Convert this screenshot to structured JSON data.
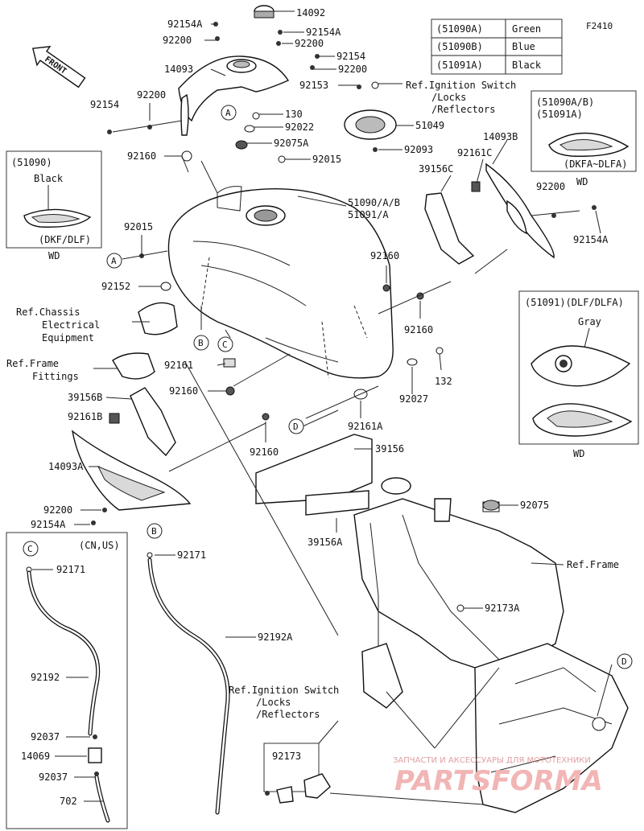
{
  "diagram_code": "F2410",
  "color_table": [
    {
      "code": "(51090A)",
      "color": "Green"
    },
    {
      "code": "(51090B)",
      "color": "Blue"
    },
    {
      "code": "(51091A)",
      "color": "Black"
    }
  ],
  "front_label": "FRONT",
  "insets": {
    "left": {
      "title": "(51090)",
      "color": "Black",
      "models": "(DKF/DLF)",
      "tag": "WD"
    },
    "top_right": {
      "title": "(51090A/B)",
      "title2": "(51091A)",
      "models": "(DKFA~DLFA)",
      "tag": "WD"
    },
    "right": {
      "title": "(51091)(DLF/DLFA)",
      "color": "Gray",
      "tag": "WD"
    }
  },
  "group_label": "(CN,US)",
  "refs": {
    "ignition_top": [
      "Ref.Ignition Switch",
      "/Locks",
      "/Reflectors"
    ],
    "ignition_bottom": [
      "Ref.Ignition Switch",
      "/Locks",
      "/Reflectors"
    ],
    "chassis": [
      "Ref.Chassis",
      "Electrical",
      "Equipment"
    ],
    "frame_fittings": [
      "Ref.Frame",
      "Fittings"
    ],
    "frame": "Ref.Frame"
  },
  "parts": {
    "p14092": "14092",
    "p92154A_1": "92154A",
    "p92200_1": "92200",
    "p14093": "14093",
    "p92154A_2": "92154A",
    "p92200_2": "92200",
    "p92154_1": "92154",
    "p92200_3": "92200",
    "p92153": "92153",
    "p92154_2": "92154",
    "p92200_4": "92200",
    "p130": "130",
    "p92022": "92022",
    "p51049": "51049",
    "p92160_1": "92160",
    "p92075A": "92075A",
    "p92093": "92093",
    "p92015_1": "92015",
    "p14093B": "14093B",
    "p92161C": "92161C",
    "p39156C": "39156C",
    "p51090": "51090/A/B",
    "p51091": "51091/A",
    "p92200_5": "92200",
    "p92154A_3": "92154A",
    "p92015_2": "92015",
    "p92160_2": "92160",
    "p92152": "92152",
    "p92160_3": "92160",
    "p92161": "92161",
    "p132": "132",
    "p92160_4": "92160",
    "p92027": "92027",
    "p39156B": "39156B",
    "p92161A": "92161A",
    "p92161B": "92161B",
    "p92160_5": "92160",
    "p39156": "39156",
    "p14093A": "14093A",
    "p92200_6": "92200",
    "p92154A_4": "92154A",
    "p39156A": "39156A",
    "p92075": "92075",
    "p92171_1": "92171",
    "p92171_2": "92171",
    "p92192A": "92192A",
    "p92173A": "92173A",
    "p92192": "92192",
    "p92037_1": "92037",
    "p14069": "14069",
    "p92037_2": "92037",
    "p702": "702",
    "p92173": "92173"
  },
  "tags": {
    "A": "A",
    "B": "B",
    "C": "C",
    "D": "D"
  },
  "watermark": {
    "line1": "ЗАПЧАСТИ И АКСЕССУАРЫ ДЛЯ МОТОТЕХНИКИ",
    "line2": "PARTSFORMA"
  }
}
